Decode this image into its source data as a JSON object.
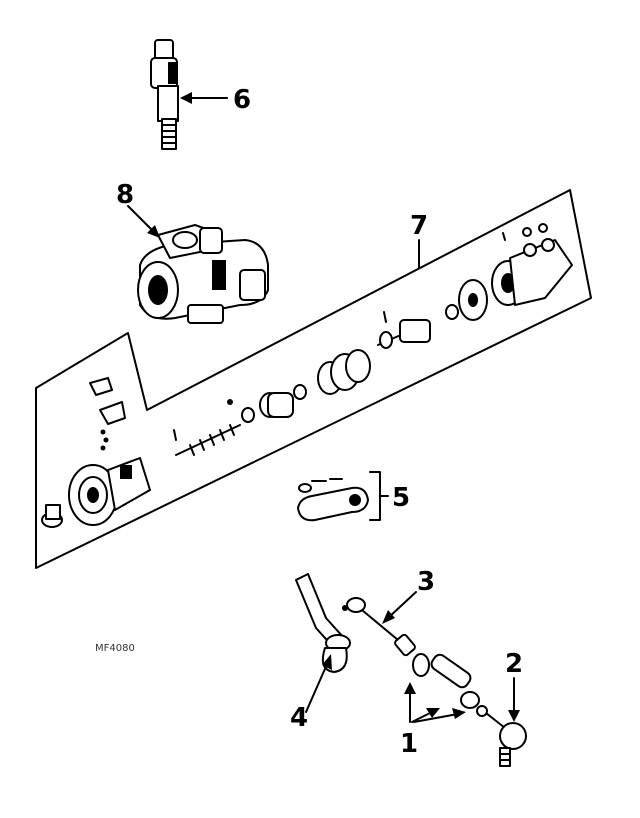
{
  "callouts": {
    "c1": "1",
    "c2": "2",
    "c3": "3",
    "c4": "4",
    "c5": "5",
    "c6": "6",
    "c7": "7",
    "c8": "8"
  },
  "diagram_code": "MF4080"
}
